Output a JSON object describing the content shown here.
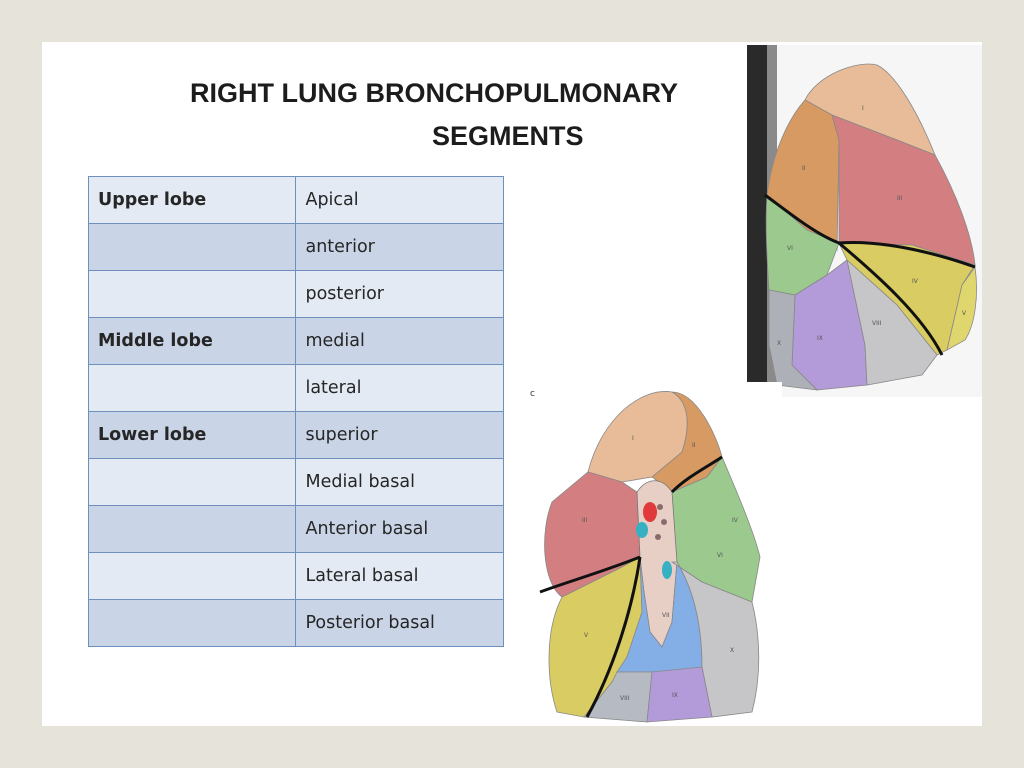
{
  "title": {
    "line1": "RIGHT LUNG BRONCHOPULMONARY",
    "line2": "SEGMENTS"
  },
  "table": {
    "rows": [
      {
        "lobe": "Upper lobe",
        "segment": "Apical"
      },
      {
        "lobe": "",
        "segment": "anterior"
      },
      {
        "lobe": "",
        "segment": "posterior"
      },
      {
        "lobe": "Middle lobe",
        "segment": "medial"
      },
      {
        "lobe": "",
        "segment": "lateral"
      },
      {
        "lobe": "Lower lobe",
        "segment": "superior"
      },
      {
        "lobe": "",
        "segment": "Medial basal"
      },
      {
        "lobe": "",
        "segment": "Anterior basal"
      },
      {
        "lobe": "",
        "segment": "Lateral basal"
      },
      {
        "lobe": "",
        "segment": "Posterior basal"
      }
    ]
  },
  "figure_lateral": {
    "segment_numerals": [
      "I",
      "II",
      "III",
      "IV",
      "V",
      "VI",
      "VIII",
      "IX",
      "X"
    ]
  },
  "figure_medial": {
    "panel_letter": "c",
    "segment_numerals": [
      "I",
      "II",
      "III",
      "IV",
      "V",
      "VI",
      "VII",
      "VIII",
      "IX",
      "X"
    ]
  },
  "colors": {
    "slide_border": "#e6e3da",
    "table_border": "#6f8fbd",
    "row_light": "#e3eaf4",
    "row_dark": "#c9d4e6",
    "seg_apical": "#e8bc98",
    "seg_posterior": "#d79a63",
    "seg_anterior": "#d37f82",
    "seg_medial": "#9cc98d",
    "seg_lateral": "#d9cc63",
    "seg_superior": "#cfc8d9",
    "seg_basal_gray": "#c6c6c8",
    "seg_basal_lilac": "#b39ad9",
    "seg_medial_basal": "#84aee6"
  }
}
